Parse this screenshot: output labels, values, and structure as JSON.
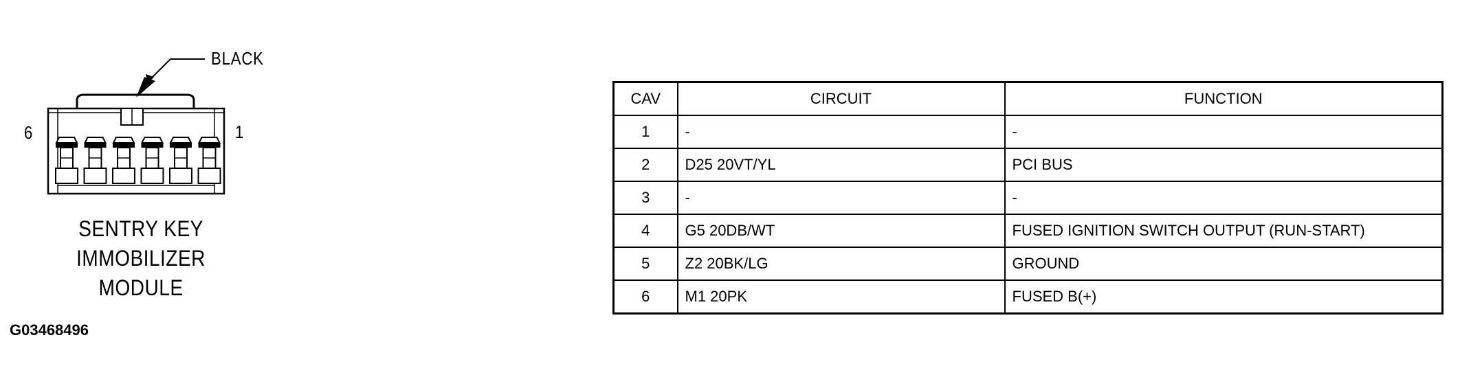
{
  "connector": {
    "wire_color_label": "BLACK",
    "pin_left_label": "6",
    "pin_right_label": "1",
    "name_lines": [
      "SENTRY KEY",
      "IMMOBILIZER",
      "MODULE"
    ]
  },
  "figure_id": "G03468496",
  "pinout_table": {
    "headers": [
      "CAV",
      "CIRCUIT",
      "FUNCTION"
    ],
    "rows": [
      {
        "cav": "1",
        "circuit": "-",
        "function": "-"
      },
      {
        "cav": "2",
        "circuit": "D25 20VT/YL",
        "function": "PCI BUS"
      },
      {
        "cav": "3",
        "circuit": "-",
        "function": "-"
      },
      {
        "cav": "4",
        "circuit": "G5 20DB/WT",
        "function": "FUSED IGNITION SWITCH OUTPUT (RUN-START)"
      },
      {
        "cav": "5",
        "circuit": "Z2 20BK/LG",
        "function": "GROUND"
      },
      {
        "cav": "6",
        "circuit": "M1 20PK",
        "function": "FUSED B(+)"
      }
    ]
  },
  "colors": {
    "line": "#000000",
    "background": "#ffffff"
  }
}
